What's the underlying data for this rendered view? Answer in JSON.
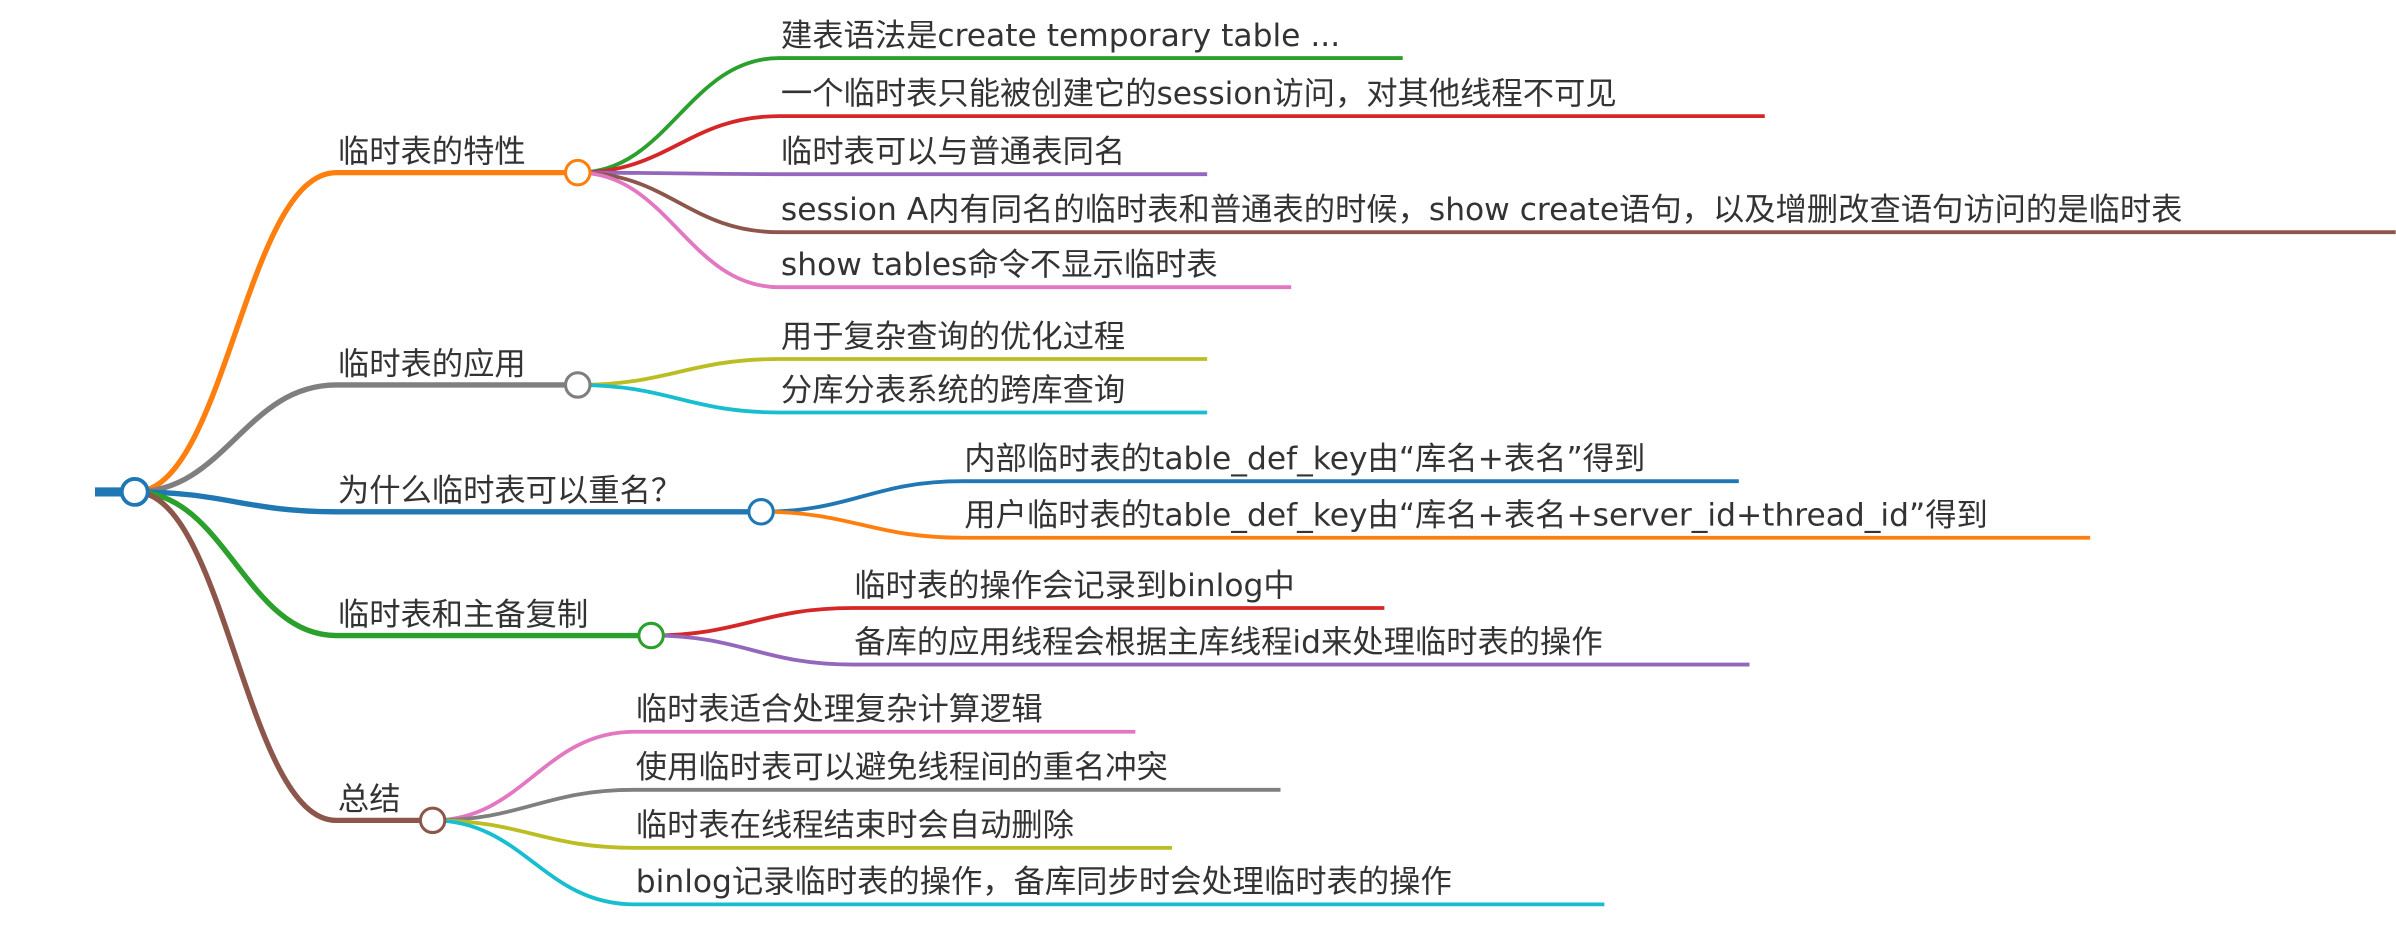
{
  "root": {
    "color": "#1f77b4"
  },
  "branches": [
    {
      "label": "临时表的特性",
      "color": "#ff7f0e",
      "children": [
        {
          "label": "建表语法是create temporary table ...",
          "color": "#2ca02c"
        },
        {
          "label": "一个临时表只能被创建它的session访问，对其他线程不可见",
          "color": "#d62728"
        },
        {
          "label": "临时表可以与普通表同名",
          "color": "#9467bd"
        },
        {
          "label": "session A内有同名的临时表和普通表的时候，show create语句，以及增删改查语句访问的是临时表",
          "color": "#8c564b"
        },
        {
          "label": "show tables命令不显示临时表",
          "color": "#e377c2"
        }
      ]
    },
    {
      "label": "临时表的应用",
      "color": "#7f7f7f",
      "children": [
        {
          "label": "用于复杂查询的优化过程",
          "color": "#bcbd22"
        },
        {
          "label": "分库分表系统的跨库查询",
          "color": "#17becf"
        }
      ]
    },
    {
      "label": "为什么临时表可以重名？",
      "color": "#1f77b4",
      "children": [
        {
          "label": "内部临时表的table_def_key由“库名+表名”得到",
          "color": "#1f77b4"
        },
        {
          "label": "用户临时表的table_def_key由“库名+表名+server_id+thread_id”得到",
          "color": "#ff7f0e"
        }
      ]
    },
    {
      "label": "临时表和主备复制",
      "color": "#2ca02c",
      "children": [
        {
          "label": "临时表的操作会记录到binlog中",
          "color": "#d62728"
        },
        {
          "label": "备库的应用线程会根据主库线程id来处理临时表的操作",
          "color": "#9467bd"
        }
      ]
    },
    {
      "label": "总结",
      "color": "#8c564b",
      "children": [
        {
          "label": "临时表适合处理复杂计算逻辑",
          "color": "#e377c2"
        },
        {
          "label": "使用临时表可以避免线程间的重名冲突",
          "color": "#7f7f7f"
        },
        {
          "label": "临时表在线程结束时会自动删除",
          "color": "#bcbd22"
        },
        {
          "label": "binlog记录临时表的操作，备库同步时会处理临时表的操作",
          "color": "#17becf"
        }
      ]
    }
  ]
}
